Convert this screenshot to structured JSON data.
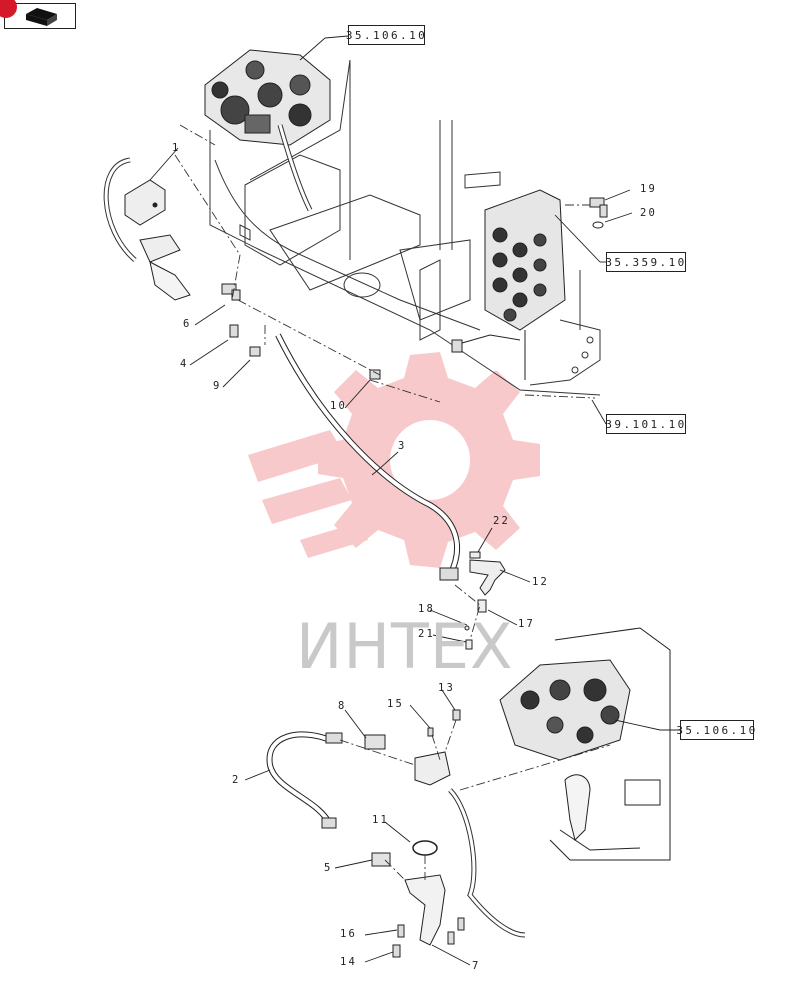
{
  "navigation": {
    "back_icon": "arrow-back-icon",
    "badge_color": "#d6192a"
  },
  "reference_boxes": [
    {
      "id": "ref-top",
      "label": "35.106.10"
    },
    {
      "id": "ref-valve",
      "label": "35.359.10"
    },
    {
      "id": "ref-frame",
      "label": "39.101.10"
    },
    {
      "id": "ref-bottom",
      "label": "35.106.10"
    }
  ],
  "callouts": [
    "1",
    "6",
    "4",
    "9",
    "10",
    "3",
    "22",
    "12",
    "18",
    "17",
    "21",
    "13",
    "15",
    "8",
    "2",
    "11",
    "5",
    "16",
    "14",
    "7",
    "19",
    "20"
  ],
  "watermark": {
    "text": "ИНТЕХ",
    "color": "#f2a5a8"
  }
}
